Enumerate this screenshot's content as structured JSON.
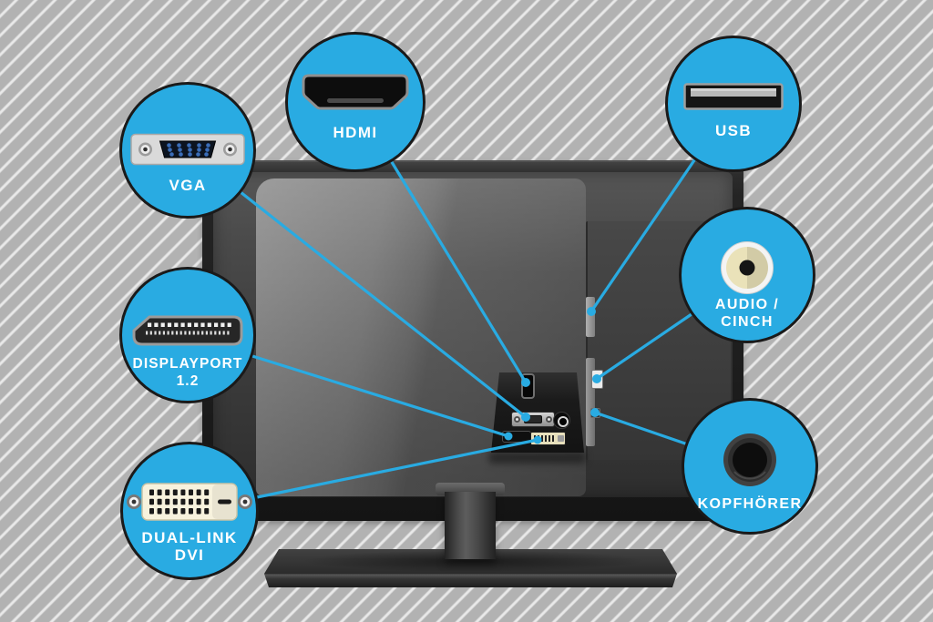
{
  "colors": {
    "accent": "#29abe2",
    "background_base": "#b2b2b2",
    "background_stripe": "#e9e9e9",
    "circle_outline": "#1a1a1a",
    "label_text": "#ffffff"
  },
  "callouts": [
    {
      "id": "vga",
      "lines": [
        "VGA",
        ""
      ],
      "icon": "vga-connector-icon",
      "target": "vga-port"
    },
    {
      "id": "hdmi",
      "lines": [
        "HDMI",
        ""
      ],
      "icon": "hdmi-connector-icon",
      "target": "hdmi-port"
    },
    {
      "id": "usb",
      "lines": [
        "USB",
        ""
      ],
      "icon": "usb-port-icon",
      "target": "usb-side-port"
    },
    {
      "id": "audio-cinch",
      "lines": [
        "AUDIO /",
        "CINCH"
      ],
      "icon": "cinch-jack-icon",
      "target": "audio-side-port"
    },
    {
      "id": "displayport",
      "lines": [
        "DISPLAYPORT",
        "1.2"
      ],
      "icon": "displayport-connector-icon",
      "target": "displayport-port"
    },
    {
      "id": "dual-link-dvi",
      "lines": [
        "DUAL-LINK",
        "DVI"
      ],
      "icon": "dvi-connector-icon",
      "target": "dvi-port"
    },
    {
      "id": "kopfhoerer",
      "lines": [
        "KOPFHÖRER",
        ""
      ],
      "icon": "headphone-jack-icon",
      "target": "headphone-side-port"
    }
  ]
}
